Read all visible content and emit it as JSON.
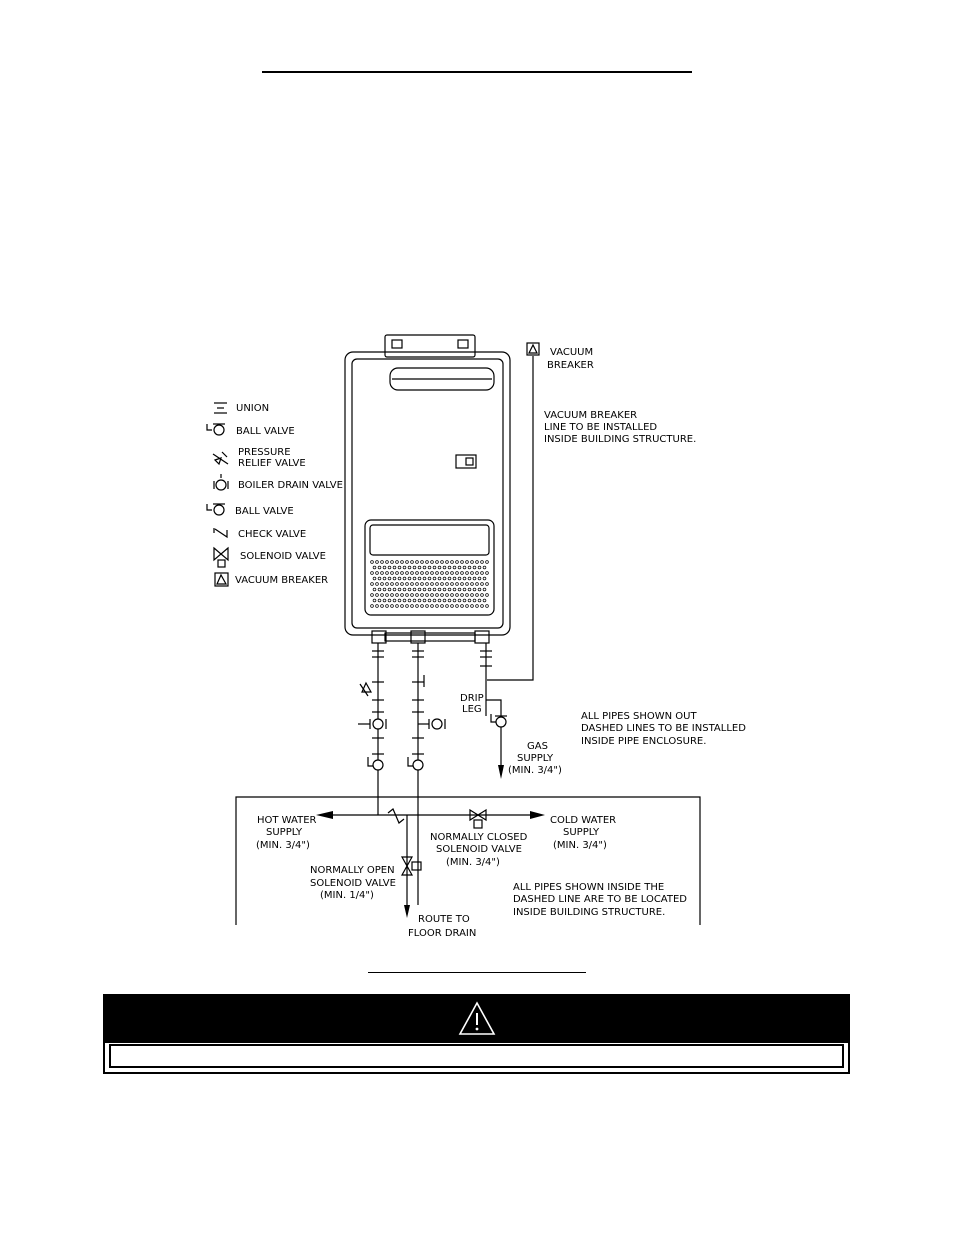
{
  "legend": {
    "union": "UNION",
    "ball_valve_1": "BALL VALVE",
    "pressure_relief_1": "PRESSURE",
    "pressure_relief_2": "RELIEF VALVE",
    "boiler_drain": "BOILER DRAIN VALVE",
    "ball_valve_2": "BALL VALVE",
    "check_valve": "CHECK VALVE",
    "solenoid_valve": "SOLENOID VALVE",
    "vacuum_breaker": "VACUUM BREAKER"
  },
  "labels": {
    "vacuum_breaker_1": "VACUUM",
    "vacuum_breaker_2": "BREAKER",
    "vb_note_1": "VACUUM BREAKER",
    "vb_note_2": "LINE TO BE INSTALLED",
    "vb_note_3": "INSIDE BUILDING STRUCTURE.",
    "drip_leg_1": "DRIP",
    "drip_leg_2": "LEG",
    "enclosure_note_1": "ALL PIPES SHOWN OUT",
    "enclosure_note_2": "DASHED LINES TO BE INSTALLED",
    "enclosure_note_3": "INSIDE PIPE ENCLOSURE.",
    "gas_supply_1": "GAS",
    "gas_supply_2": "SUPPLY",
    "gas_supply_3": "(MIN. 3/4\")",
    "hot_water_1": "HOT WATER",
    "hot_water_2": "SUPPLY",
    "hot_water_3": "(MIN. 3/4\")",
    "nc_solenoid_1": "NORMALLY CLOSED",
    "nc_solenoid_2": "SOLENOID VALVE",
    "nc_solenoid_3": "(MIN. 3/4\")",
    "cold_water_1": "COLD WATER",
    "cold_water_2": "SUPPLY",
    "cold_water_3": "(MIN. 3/4\")",
    "no_solenoid_1": "NORMALLY OPEN",
    "no_solenoid_2": "SOLENOID VALVE",
    "no_solenoid_3": "(MIN. 1/4\")",
    "building_note_1": "ALL PIPES SHOWN INSIDE THE",
    "building_note_2": "DASHED LINE ARE TO BE LOCATED",
    "building_note_3": "INSIDE BUILDING STRUCTURE.",
    "floor_drain_1": "ROUTE TO",
    "floor_drain_2": "FLOOR DRAIN"
  }
}
